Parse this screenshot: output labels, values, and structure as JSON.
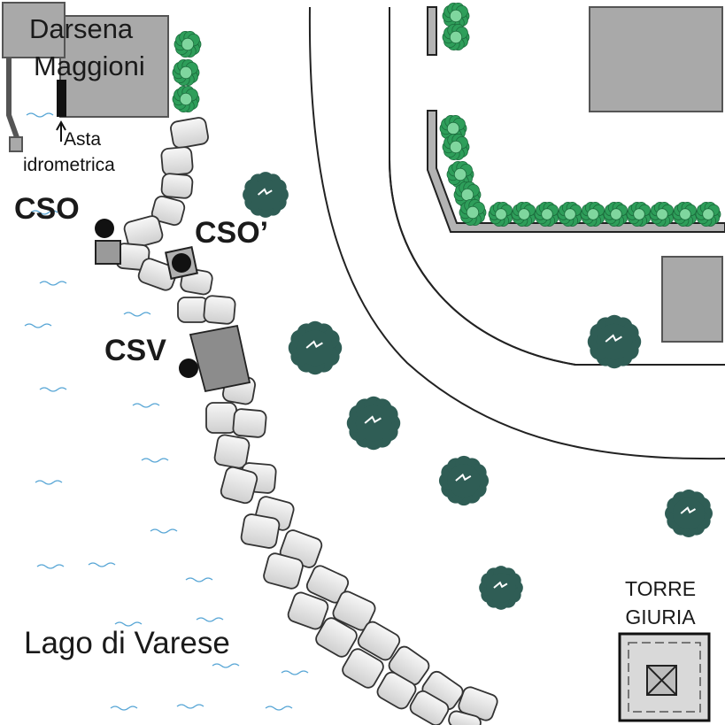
{
  "labels": {
    "darsena": [
      "Darsena",
      "Maggioni"
    ],
    "asta": [
      "Asta",
      "idrometrica"
    ],
    "cso": "CSO",
    "cso_prime": "CSO’",
    "csv": "CSV",
    "lake": "Lago di Varese",
    "tower": [
      "TORRE",
      "GIURIA"
    ]
  },
  "colors": {
    "building": "#a9a9a9",
    "building_stroke": "#555555",
    "sensor": "#111111",
    "stone_fill": "#e6e6e6",
    "stone_stroke": "#333333",
    "channel": "#8c8c8c",
    "hedge": "#2e9e5a",
    "tree": "#2f5d55",
    "water_wave": "#5aa7d6",
    "road_line": "#222222",
    "tower_fill": "#d9d9d9"
  },
  "icons": {
    "sensor": "filled-circle",
    "tower": "square-with-x",
    "tree": "tree-canopy",
    "hedge": "shrub",
    "water": "wave"
  }
}
